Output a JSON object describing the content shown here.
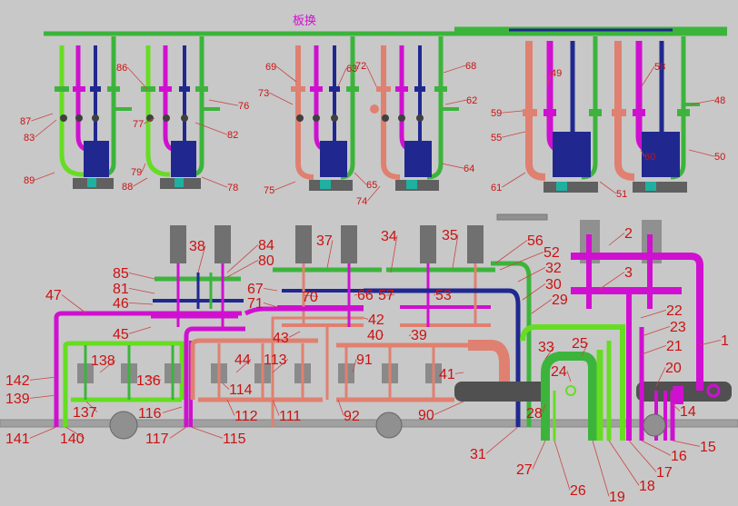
{
  "title": "板换",
  "colors": {
    "background": "#c8c8c8",
    "green": "#3cb43c",
    "bright_green": "#66dd22",
    "magenta": "#d010d0",
    "navy": "#202890",
    "salmon": "#e08070",
    "label": "#cc1111",
    "leader": "#cc4444",
    "teal": "#20b0a0",
    "gray_box": "#707070",
    "pump_gray": "#8a8a8a"
  },
  "callouts": [
    {
      "id": "87",
      "text": "87"
    },
    {
      "id": "83",
      "text": "83"
    },
    {
      "id": "89",
      "text": "89"
    },
    {
      "id": "86",
      "text": "86"
    },
    {
      "id": "77",
      "text": "77"
    },
    {
      "id": "79",
      "text": "79"
    },
    {
      "id": "88",
      "text": "88"
    },
    {
      "id": "76",
      "text": "76"
    },
    {
      "id": "82",
      "text": "82"
    },
    {
      "id": "78",
      "text": "78"
    },
    {
      "id": "69",
      "text": "69"
    },
    {
      "id": "73",
      "text": "73"
    },
    {
      "id": "75",
      "text": "75"
    },
    {
      "id": "63",
      "text": "63"
    },
    {
      "id": "72",
      "text": "72"
    },
    {
      "id": "65",
      "text": "65"
    },
    {
      "id": "74",
      "text": "74"
    },
    {
      "id": "68",
      "text": "68"
    },
    {
      "id": "62",
      "text": "62"
    },
    {
      "id": "64",
      "text": "64"
    },
    {
      "id": "59",
      "text": "59"
    },
    {
      "id": "55",
      "text": "55"
    },
    {
      "id": "61",
      "text": "61"
    },
    {
      "id": "49",
      "text": "49"
    },
    {
      "id": "58",
      "text": "58"
    },
    {
      "id": "60",
      "text": "60"
    },
    {
      "id": "51",
      "text": "51"
    },
    {
      "id": "48",
      "text": "48"
    },
    {
      "id": "50",
      "text": "50"
    },
    {
      "id": "38",
      "text": "38"
    },
    {
      "id": "84",
      "text": "84"
    },
    {
      "id": "80",
      "text": "80"
    },
    {
      "id": "85",
      "text": "85"
    },
    {
      "id": "81",
      "text": "81"
    },
    {
      "id": "46",
      "text": "46"
    },
    {
      "id": "47",
      "text": "47"
    },
    {
      "id": "45",
      "text": "45"
    },
    {
      "id": "37",
      "text": "37"
    },
    {
      "id": "34",
      "text": "34"
    },
    {
      "id": "35",
      "text": "35"
    },
    {
      "id": "56",
      "text": "56"
    },
    {
      "id": "52",
      "text": "52"
    },
    {
      "id": "32",
      "text": "32"
    },
    {
      "id": "30",
      "text": "30"
    },
    {
      "id": "29",
      "text": "29"
    },
    {
      "id": "67",
      "text": "67"
    },
    {
      "id": "71",
      "text": "71"
    },
    {
      "id": "70",
      "text": "70"
    },
    {
      "id": "66",
      "text": "66"
    },
    {
      "id": "57",
      "text": "57"
    },
    {
      "id": "53",
      "text": "53"
    },
    {
      "id": "42",
      "text": "42"
    },
    {
      "id": "43",
      "text": "43"
    },
    {
      "id": "40",
      "text": "40"
    },
    {
      "id": "39",
      "text": "39"
    },
    {
      "id": "41",
      "text": "41"
    },
    {
      "id": "44",
      "text": "44"
    },
    {
      "id": "113",
      "text": "113"
    },
    {
      "id": "91",
      "text": "91"
    },
    {
      "id": "114",
      "text": "114"
    },
    {
      "id": "112",
      "text": "112"
    },
    {
      "id": "111",
      "text": "111"
    },
    {
      "id": "92",
      "text": "92"
    },
    {
      "id": "90",
      "text": "90"
    },
    {
      "id": "138",
      "text": "138"
    },
    {
      "id": "136",
      "text": "136"
    },
    {
      "id": "142",
      "text": "142"
    },
    {
      "id": "139",
      "text": "139"
    },
    {
      "id": "137",
      "text": "137"
    },
    {
      "id": "116",
      "text": "116"
    },
    {
      "id": "141",
      "text": "141"
    },
    {
      "id": "140",
      "text": "140"
    },
    {
      "id": "117",
      "text": "117"
    },
    {
      "id": "115",
      "text": "115"
    },
    {
      "id": "2",
      "text": "2"
    },
    {
      "id": "3",
      "text": "3"
    },
    {
      "id": "1",
      "text": "1"
    },
    {
      "id": "22",
      "text": "22"
    },
    {
      "id": "23",
      "text": "23"
    },
    {
      "id": "21",
      "text": "21"
    },
    {
      "id": "33",
      "text": "33"
    },
    {
      "id": "25",
      "text": "25"
    },
    {
      "id": "24",
      "text": "24"
    },
    {
      "id": "20",
      "text": "20"
    },
    {
      "id": "28",
      "text": "28"
    },
    {
      "id": "14",
      "text": "14"
    },
    {
      "id": "31",
      "text": "31"
    },
    {
      "id": "27",
      "text": "27"
    },
    {
      "id": "26",
      "text": "26"
    },
    {
      "id": "19",
      "text": "19"
    },
    {
      "id": "18",
      "text": "18"
    },
    {
      "id": "17",
      "text": "17"
    },
    {
      "id": "16",
      "text": "16"
    },
    {
      "id": "15",
      "text": "15"
    }
  ]
}
